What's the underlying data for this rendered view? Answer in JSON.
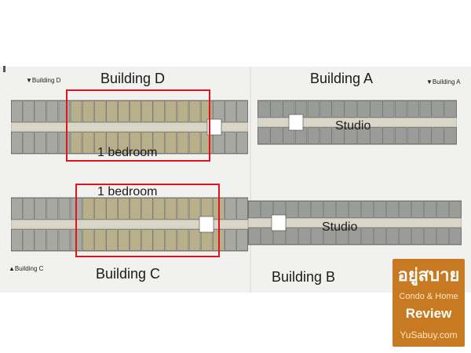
{
  "buildings": {
    "d": {
      "title": "Building D",
      "tag": "Building D",
      "tag_icon": "triangle-down-icon"
    },
    "a": {
      "title": "Building A",
      "tag": "Building A",
      "tag_icon": "triangle-down-icon"
    },
    "c": {
      "title": "Building C",
      "tag": "Building C",
      "tag_icon": "triangle-up-icon"
    },
    "b": {
      "title": "Building B"
    }
  },
  "zones": {
    "d_one_bed": "1 bedroom",
    "c_one_bed": "1 bedroom",
    "a_studio": "Studio",
    "b_studio": "Studio"
  },
  "watermark": {
    "thai": "อยู่สบาย",
    "line1": "Condo & Home",
    "line2": "Review",
    "url": "YuSabuy.com"
  },
  "colors": {
    "highlight_frame": "#e0141e",
    "one_bedroom_fill": "#b8b08a",
    "studio_fill": "#9a9c9a",
    "corridor": "#d9d6c8",
    "logo_bg": "#c87a22"
  }
}
